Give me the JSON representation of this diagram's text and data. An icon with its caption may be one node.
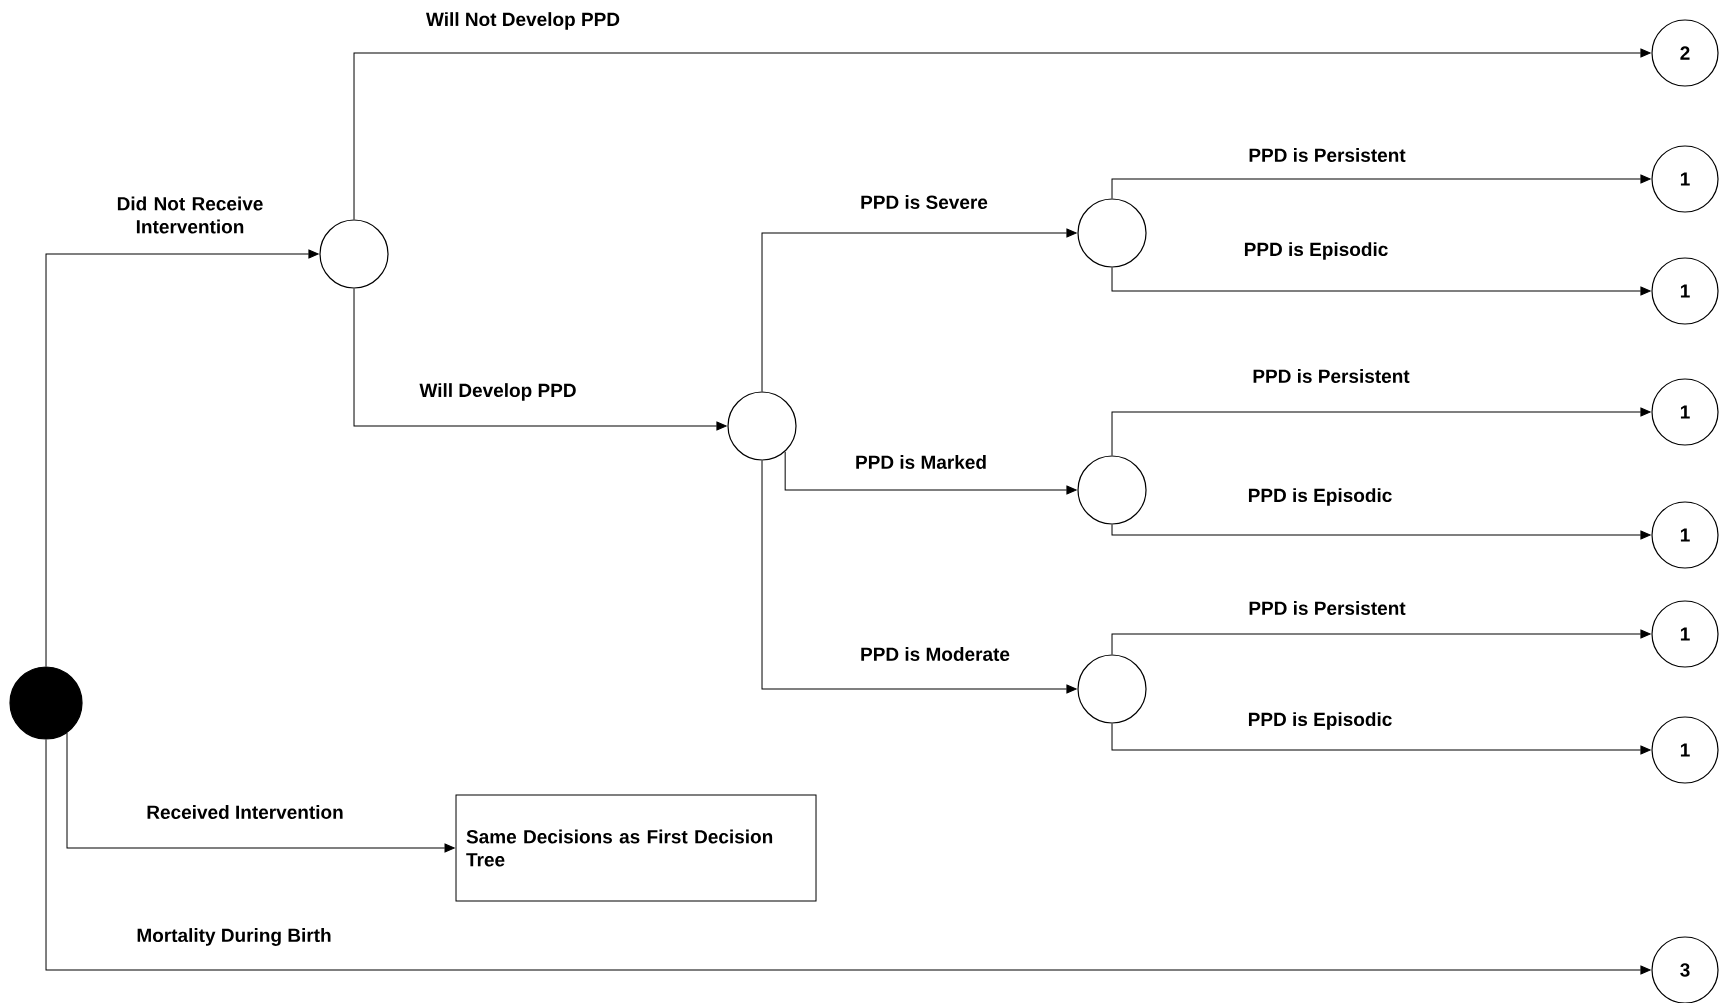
{
  "diagram": {
    "nodes": [
      {
        "text": [],
        "shape": "circle"
      },
      {
        "text": [],
        "shape": "circle"
      },
      {
        "text": [
          "2"
        ]
      },
      {
        "text": [],
        "shape": "circle"
      },
      {
        "text": [],
        "shape": "circle"
      },
      {
        "text": [
          "1"
        ]
      },
      {
        "text": [
          "1"
        ]
      },
      {
        "text": [],
        "shape": "circle"
      },
      {
        "text": [
          "1"
        ]
      },
      {
        "text": [
          "1"
        ]
      },
      {
        "text": [],
        "shape": "circle"
      },
      {
        "text": [
          "1"
        ]
      },
      {
        "text": [
          "1"
        ]
      },
      {
        "text": [
          "Same Decisions as First Decision Tree"
        ]
      },
      {
        "text": [
          "3"
        ]
      }
    ],
    "edges": [
      {
        "from": 0,
        "to": 1,
        "arrow": "to",
        "label": "Did Not Receive Intervention"
      },
      {
        "from": 1,
        "to": 2,
        "arrow": "to",
        "label": "Will Not Develop PPD"
      },
      {
        "from": 1,
        "to": 3,
        "arrow": "to",
        "label": "Will Develop PPD"
      },
      {
        "from": 3,
        "to": 4,
        "arrow": "to",
        "label": "PPD is Severe"
      },
      {
        "from": 4,
        "to": 5,
        "arrow": "to",
        "label": "PPD is Persistent"
      },
      {
        "from": 4,
        "to": 6,
        "arrow": "to",
        "label": "PPD is Episodic"
      },
      {
        "from": 3,
        "to": 7,
        "arrow": "to",
        "label": "PPD is Marked"
      },
      {
        "from": 7,
        "to": 8,
        "arrow": "to",
        "label": "PPD is Persistent"
      },
      {
        "from": 7,
        "to": 9,
        "arrow": "to",
        "label": "PPD is Episodic"
      },
      {
        "from": 3,
        "to": 10,
        "arrow": "to",
        "label": "PPD is Moderate"
      },
      {
        "from": 10,
        "to": 11,
        "arrow": "to",
        "label": "PPD is Persistent"
      },
      {
        "from": 10,
        "to": 12,
        "arrow": "to",
        "label": "PPD is Episodic"
      },
      {
        "from": 0,
        "to": 13,
        "arrow": "to",
        "label": "Received Intervention"
      },
      {
        "from": 0,
        "to": 14,
        "arrow": "to",
        "label": "Mortality During Birth"
      }
    ]
  }
}
